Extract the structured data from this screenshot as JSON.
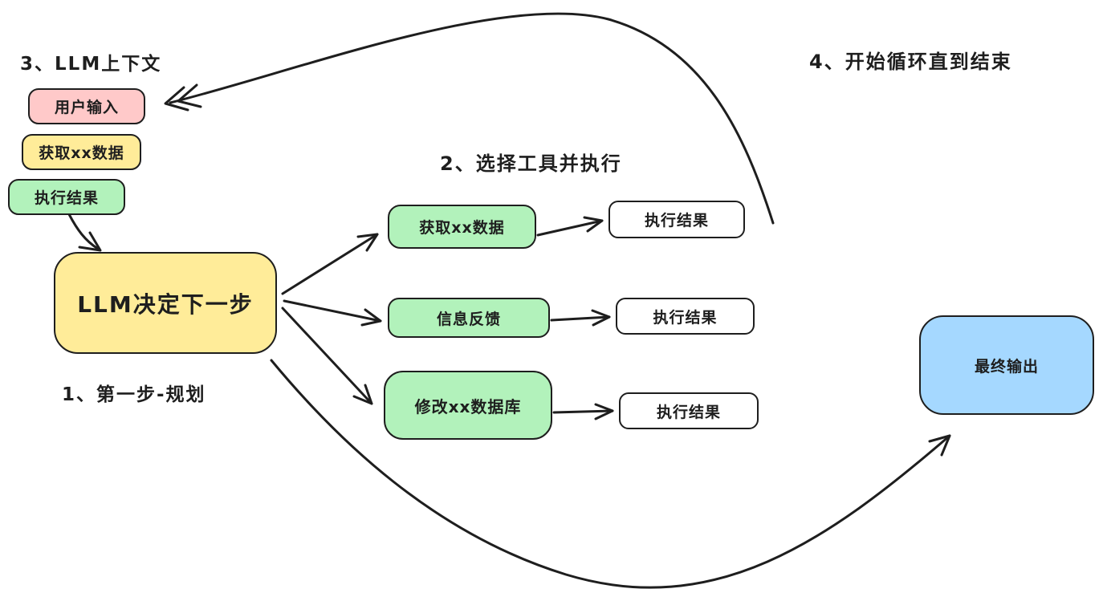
{
  "diagram_title": "LLM agent loop diagram",
  "colors": {
    "stroke": "#1e1e1e",
    "background": "#ffffff",
    "pink": "#FFC9C9",
    "yellow": "#FFEC99",
    "green": "#B2F2BB",
    "blue": "#A5D8FF",
    "white": "#ffffff"
  },
  "labels": {
    "step1": "1、第一步-规划",
    "step2": "2、选择工具并执行",
    "step3": "3、LLM上下文",
    "step4": "4、开始循环直到结束"
  },
  "context_stack": {
    "user_input": {
      "label": "用户输入",
      "fill": "#FFC9C9"
    },
    "fetch_data": {
      "label": "获取xx数据",
      "fill": "#FFEC99"
    },
    "exec_result": {
      "label": "执行结果",
      "fill": "#B2F2BB"
    }
  },
  "planner": {
    "label": "LLM决定下一步",
    "fill": "#FFEC99"
  },
  "tools": [
    {
      "name": "获取xx数据",
      "result": "执行结果",
      "fill": "#B2F2BB"
    },
    {
      "name": "信息反馈",
      "result": "执行结果",
      "fill": "#B2F2BB"
    },
    {
      "name": "修改xx数据库",
      "result": "执行结果",
      "fill": "#B2F2BB"
    }
  ],
  "final_output": {
    "label": "最终输出",
    "fill": "#A5D8FF"
  },
  "arrows": {
    "loop_back": "from tool execution result back to LLM context (user input)",
    "context_to_planner": "from context stack to LLM planner",
    "planner_to_tools": "planner fans out to three tools",
    "tools_to_results": "each tool produces an execution result",
    "planner_to_final": "long curve from planner to final output"
  }
}
